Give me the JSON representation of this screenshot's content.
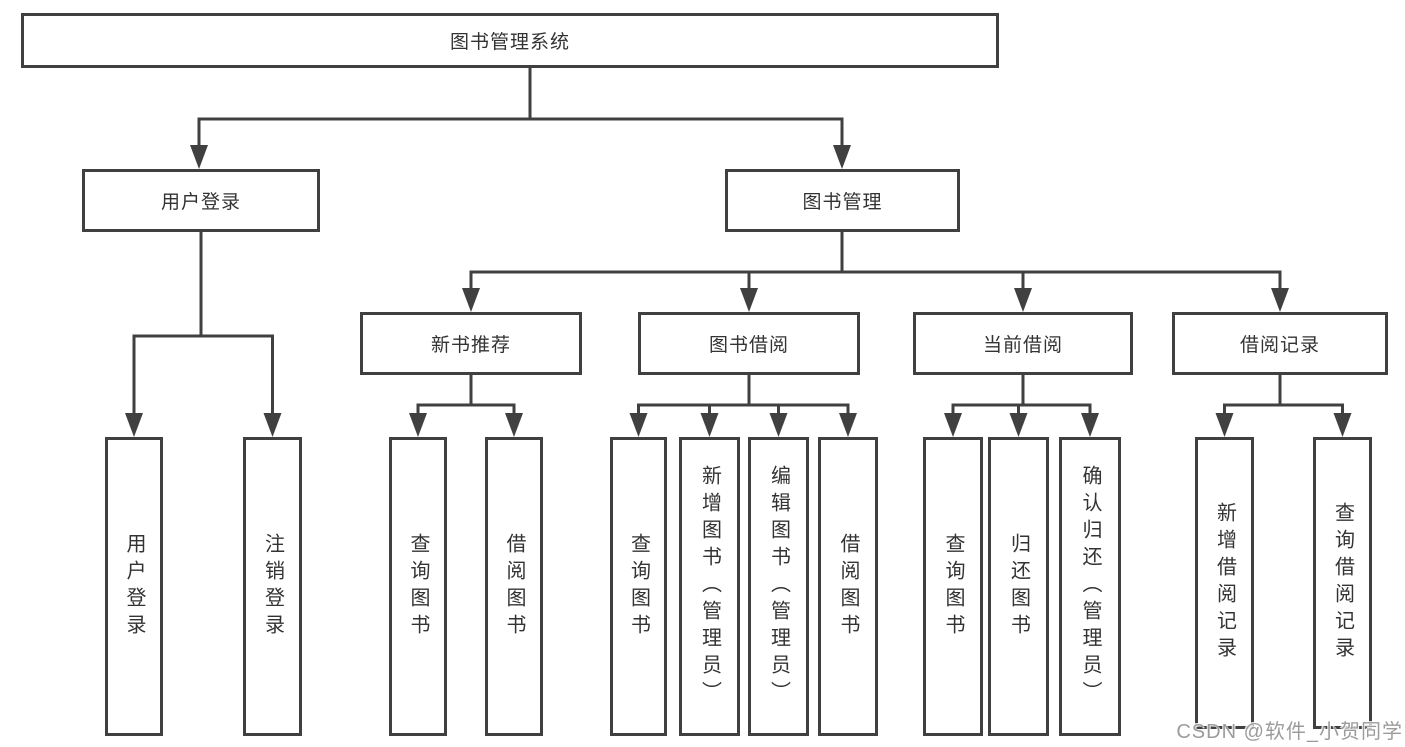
{
  "tree": {
    "label": "图书管理系统",
    "children": [
      {
        "label": "用户登录",
        "children": [
          {
            "label": "用户登录"
          },
          {
            "label": "注销登录"
          }
        ]
      },
      {
        "label": "图书管理",
        "children": [
          {
            "label": "新书推荐",
            "children": [
              {
                "label": "查询图书"
              },
              {
                "label": "借阅图书"
              }
            ]
          },
          {
            "label": "图书借阅",
            "children": [
              {
                "label": "查询图书"
              },
              {
                "label": "新增图书（管理员）"
              },
              {
                "label": "编辑图书（管理员）"
              },
              {
                "label": "借阅图书"
              }
            ]
          },
          {
            "label": "当前借阅",
            "children": [
              {
                "label": "查询图书"
              },
              {
                "label": "归还图书"
              },
              {
                "label": "确认归还（管理员）"
              }
            ]
          },
          {
            "label": "借阅记录",
            "children": [
              {
                "label": "新增借阅记录"
              },
              {
                "label": "查询借阅记录"
              }
            ]
          }
        ]
      }
    ]
  },
  "watermark": "CSDN @软件_小贺同学",
  "colors": {
    "line": "#404040",
    "text": "#333333",
    "watermark_gray": "#9c9c9c",
    "background": "#ffffff"
  }
}
